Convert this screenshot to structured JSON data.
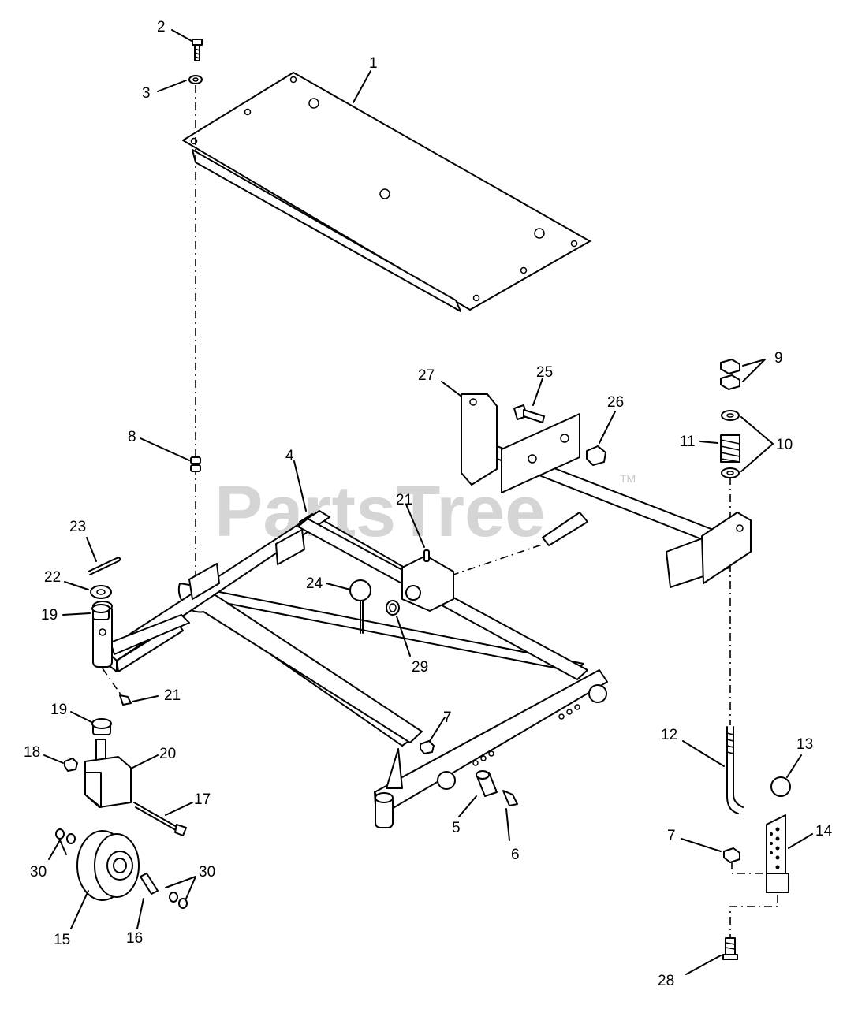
{
  "watermark": {
    "text": "PartsTree",
    "tm": "TM"
  },
  "callouts": {
    "c1": "1",
    "c2": "2",
    "c3": "3",
    "c4": "4",
    "c5": "5",
    "c6": "6",
    "c7a": "7",
    "c7b": "7",
    "c8": "8",
    "c9": "9",
    "c10": "10",
    "c11": "11",
    "c12": "12",
    "c13": "13",
    "c14": "14",
    "c15": "15",
    "c16": "16",
    "c17": "17",
    "c18": "18",
    "c19a": "19",
    "c19b": "19",
    "c20": "20",
    "c21a": "21",
    "c21b": "21",
    "c22": "22",
    "c23": "23",
    "c24": "24",
    "c25": "25",
    "c26": "26",
    "c27": "27",
    "c28": "28",
    "c29": "29",
    "c30a": "30",
    "c30b": "30"
  }
}
